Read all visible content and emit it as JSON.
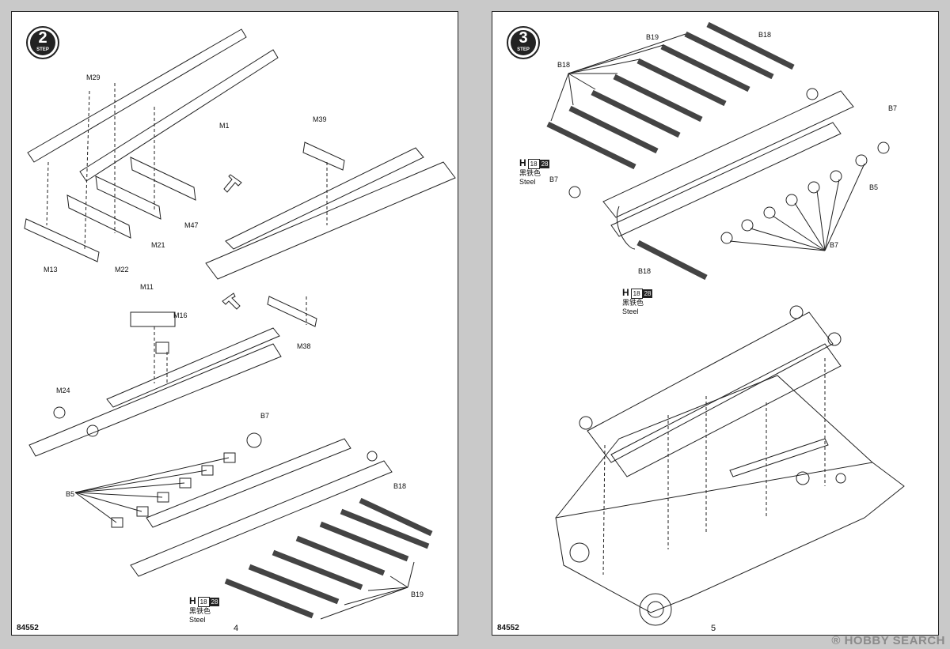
{
  "left_page": {
    "step_number": "2",
    "step_word": "STEP",
    "part_labels": [
      "M29",
      "M1",
      "M39",
      "M47",
      "M21",
      "M22",
      "M13",
      "M38",
      "M11",
      "M16",
      "M24",
      "B7",
      "B5",
      "B18",
      "B19"
    ],
    "paint": {
      "letter": "H",
      "code1": "18",
      "code2": "28",
      "name_cn": "黑铁色",
      "name_en": "Steel"
    },
    "kit_number": "84552",
    "page_number": "4"
  },
  "right_page": {
    "step_number": "3",
    "step_word": "STEP",
    "part_labels": [
      "B19",
      "B18",
      "B18",
      "B7",
      "B7",
      "B5",
      "B7",
      "B18"
    ],
    "paint_top": {
      "letter": "H",
      "code1": "18",
      "code2": "28",
      "name_cn": "黑铁色",
      "name_en": "Steel"
    },
    "paint_bottom": {
      "letter": "H",
      "code1": "18",
      "code2": "28",
      "name_cn": "黑铁色",
      "name_en": "Steel"
    },
    "kit_number": "84552",
    "page_number": "5"
  },
  "watermark": {
    "text": "HOBBY SEARCH",
    "mark": "®"
  }
}
